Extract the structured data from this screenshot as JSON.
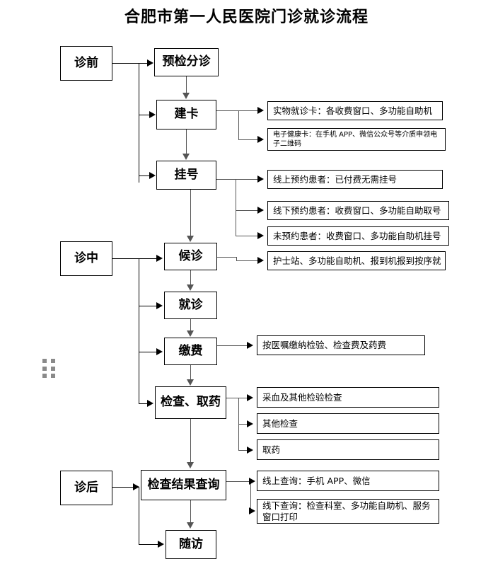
{
  "title": "合肥市第一人民医院门诊就诊流程",
  "stages": [
    {
      "id": "stage-before",
      "label": "诊前"
    },
    {
      "id": "stage-during",
      "label": "诊中"
    },
    {
      "id": "stage-after",
      "label": "诊后"
    }
  ],
  "nodes": [
    {
      "id": "node-triage",
      "label": "预检分诊"
    },
    {
      "id": "node-create-card",
      "label": "建卡"
    },
    {
      "id": "node-register",
      "label": "挂号"
    },
    {
      "id": "node-waiting",
      "label": "候诊"
    },
    {
      "id": "node-consult",
      "label": "就诊"
    },
    {
      "id": "node-payment",
      "label": "缴费"
    },
    {
      "id": "node-exam-med",
      "label": "检查、取药"
    },
    {
      "id": "node-result",
      "label": "检查结果查询"
    },
    {
      "id": "node-followup",
      "label": "随访"
    }
  ],
  "details": {
    "create_card": [
      {
        "id": "leaf-physical-card",
        "text": "实物就诊卡：各收费窗口、多功能自助机"
      },
      {
        "id": "leaf-ehealth-card",
        "text": "电子健康卡：在手机 APP、微信公众号等介质申领电子二维码"
      }
    ],
    "register": [
      {
        "id": "leaf-online-booked",
        "text": "线上预约患者：已付费无需挂号"
      },
      {
        "id": "leaf-offline-booked",
        "text": "线下预约患者：收费窗口、多功能自助取号"
      },
      {
        "id": "leaf-not-booked",
        "text": "未预约患者：收费窗口、多功能自助机挂号"
      }
    ],
    "waiting": [
      {
        "id": "leaf-checkin",
        "text": "护士站、多功能自助机、报到机报到按序就"
      }
    ],
    "payment": [
      {
        "id": "leaf-pay-fees",
        "text": "按医嘱缴纳检验、检查费及药费"
      }
    ],
    "exam_med": [
      {
        "id": "leaf-blood-draw",
        "text": "采血及其他检验检查"
      },
      {
        "id": "leaf-other-exam",
        "text": "其他检查"
      },
      {
        "id": "leaf-get-med",
        "text": "取药"
      }
    ],
    "result": [
      {
        "id": "leaf-online-query",
        "text": "线上查询：手机 APP、微信"
      },
      {
        "id": "leaf-offline-query",
        "text": "线下查询：检查科室、多功能自助机、服务窗口打印"
      }
    ]
  },
  "colors": {
    "background": "#ffffff",
    "border": "#000000",
    "connector": "#555555",
    "handle": "#8a8a8a"
  }
}
